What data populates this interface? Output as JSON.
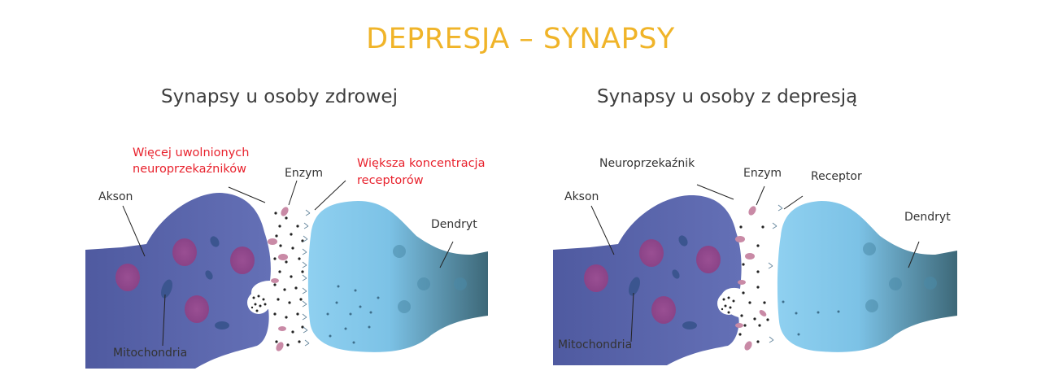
{
  "title": "DEPRESJA – SYNAPSY",
  "colors": {
    "title": "#f0b429",
    "axon": "#5d66aa",
    "dendrite_light": "#85c8ec",
    "dendrite_dark": "#3f6e80",
    "nucleus": "#a14d8a",
    "enzyme": "#c98aa6",
    "highlight_label": "#e8222d",
    "label": "#333333"
  },
  "panels": [
    {
      "heading": "Synapsy u osoby zdrowej",
      "labels": {
        "akson": "Akson",
        "mitochondria": "Mitochondria",
        "enzym": "Enzym",
        "dendryt": "Dendryt",
        "neurotransmitters_line1": "Więcej uwolnionych",
        "neurotransmitters_line2": "neuroprzekaźników",
        "receptors_line1": "Większa koncentracja",
        "receptors_line2": "receptorów"
      }
    },
    {
      "heading": "Synapsy u osoby z depresją",
      "labels": {
        "akson": "Akson",
        "mitochondria": "Mitochondria",
        "neuroprzekaznik": "Neuroprzekaźnik",
        "enzym": "Enzym",
        "receptor": "Receptor",
        "dendryt": "Dendryt"
      }
    }
  ]
}
